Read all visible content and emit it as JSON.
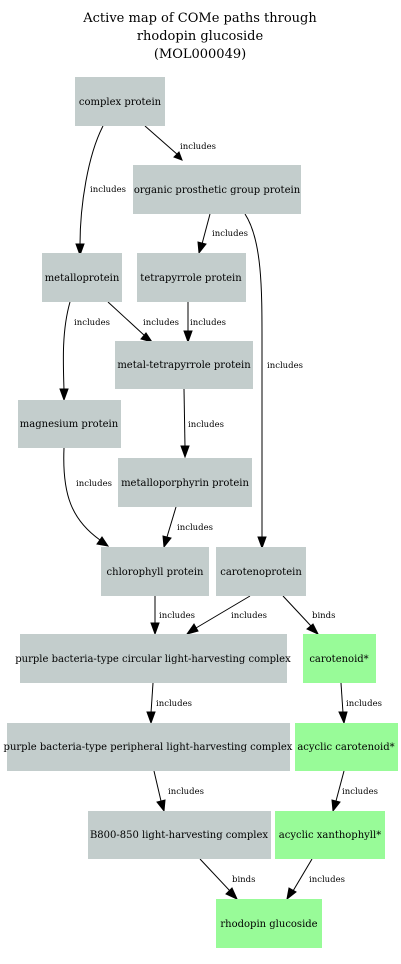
{
  "title": {
    "line1": "Active map of COMe paths through",
    "line2": "rhodopin glucoside",
    "line3": "(MOL000049)"
  },
  "colors": {
    "protein": "#c3cdcc",
    "compound": "#98fb98",
    "edge": "#000000"
  },
  "nodes": {
    "complex_protein": "complex protein",
    "organic_prosthetic_group_protein": "organic prosthetic group protein",
    "metalloprotein": "metalloprotein",
    "tetrapyrrole_protein": "tetrapyrrole protein",
    "metal_tetrapyrrole_protein": "metal-tetrapyrrole protein",
    "magnesium_protein": "magnesium protein",
    "metalloporphyrin_protein": "metalloporphyrin protein",
    "chlorophyll_protein": "chlorophyll protein",
    "carotenoprotein": "carotenoprotein",
    "circular_lh_complex": "purple bacteria-type circular light-harvesting complex",
    "carotenoid": "carotenoid*",
    "peripheral_lh_complex": "purple bacteria-type peripheral light-harvesting complex",
    "acyclic_carotenoid": "acyclic carotenoid*",
    "b800_850_complex": "B800-850 light-harvesting complex",
    "acyclic_xanthophyll": "acyclic xanthophyll*",
    "rhodopin_glucoside": "rhodopin glucoside"
  },
  "edges": {
    "e1": "includes",
    "e2": "includes",
    "e3": "includes",
    "e4": "includes",
    "e5": "includes",
    "e6": "includes",
    "e7": "includes",
    "e8": "includes",
    "e9": "includes",
    "e10": "includes",
    "e11": "includes",
    "e12": "includes",
    "e13": "binds",
    "e14": "includes",
    "e15": "includes",
    "e16": "includes",
    "e17": "includes",
    "e18": "binds",
    "e19": "includes"
  }
}
